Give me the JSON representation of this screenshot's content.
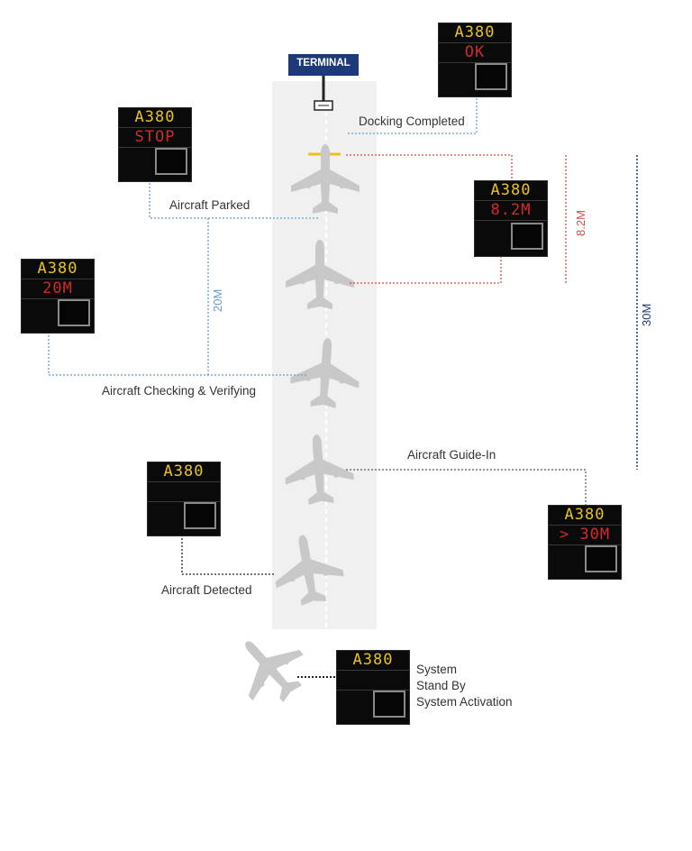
{
  "terminal": {
    "label": "TERMINAL",
    "color": "#1e3a7a"
  },
  "colors": {
    "apron": "#f0f0f0",
    "plane": "#c8c8c8",
    "amber": "#e8c320",
    "red": "#d42a2a",
    "green": "#2aa040",
    "blue_line": "#6a9ad2",
    "red_line": "#d44a4a",
    "navy_line": "#1e3a7a",
    "black_line": "#222222"
  },
  "displays": {
    "docking_completed": {
      "row1": "A380",
      "row2": "OK"
    },
    "aircraft_parked": {
      "row1": "A380",
      "row2": "STOP"
    },
    "final_approach": {
      "row1": "A380",
      "row2": "8.2M"
    },
    "checking_verifying": {
      "row1": "A380",
      "row2": "20M"
    },
    "aircraft_detected": {
      "row1": "A380",
      "row2": ""
    },
    "guide_in": {
      "row1": "A380",
      "row2": "> 30M"
    },
    "stand_by": {
      "row1": "A380",
      "row2": ""
    }
  },
  "labels": {
    "docking_completed": "Docking Completed",
    "aircraft_parked": "Aircraft Parked",
    "checking_verifying": "Aircraft Checking & Verifying",
    "guide_in": "Aircraft Guide-In",
    "detected": "Aircraft Detected",
    "stand_by_1": "System",
    "stand_by_2": "Stand By",
    "stand_by_3": "System Activation"
  },
  "distances": {
    "d20": "20M",
    "d8_2": "8.2M",
    "d30": "30M"
  }
}
